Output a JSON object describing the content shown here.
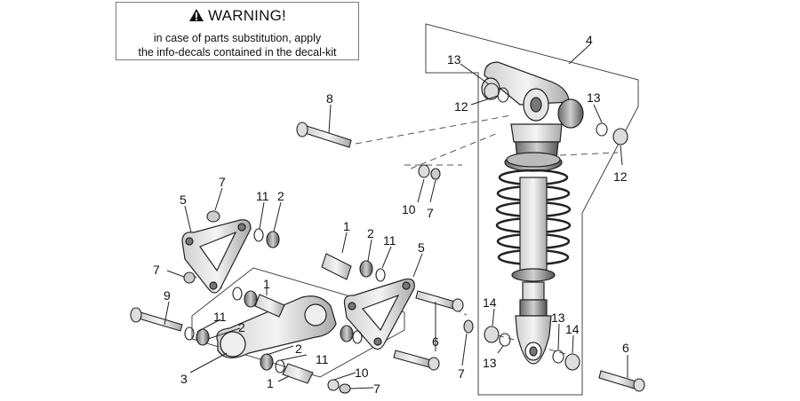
{
  "warning": {
    "title": "WARNING!",
    "lines": [
      "in case of parts substitution, apply",
      "the info-decals contained in the decal-kit"
    ]
  },
  "callouts": [
    {
      "id": "c4",
      "text": "4"
    },
    {
      "id": "c13a",
      "text": "13"
    },
    {
      "id": "c12a",
      "text": "12"
    },
    {
      "id": "c13b",
      "text": "13"
    },
    {
      "id": "c12b",
      "text": "12"
    },
    {
      "id": "c8",
      "text": "8"
    },
    {
      "id": "c10a",
      "text": "10"
    },
    {
      "id": "c7a",
      "text": "7"
    },
    {
      "id": "c5a",
      "text": "5"
    },
    {
      "id": "c7b",
      "text": "7"
    },
    {
      "id": "c11a",
      "text": "11"
    },
    {
      "id": "c2a",
      "text": "2"
    },
    {
      "id": "c1a",
      "text": "1"
    },
    {
      "id": "c2b",
      "text": "2"
    },
    {
      "id": "c11b",
      "text": "11"
    },
    {
      "id": "c5b",
      "text": "5"
    },
    {
      "id": "c7c",
      "text": "7"
    },
    {
      "id": "c9",
      "text": "9"
    },
    {
      "id": "c1b",
      "text": "1"
    },
    {
      "id": "c11c",
      "text": "11"
    },
    {
      "id": "c2c",
      "text": "2"
    },
    {
      "id": "c6a",
      "text": "6"
    },
    {
      "id": "c14a",
      "text": "14"
    },
    {
      "id": "c13c",
      "text": "13"
    },
    {
      "id": "c13d",
      "text": "13"
    },
    {
      "id": "c14b",
      "text": "14"
    },
    {
      "id": "c7d",
      "text": "7"
    },
    {
      "id": "c3",
      "text": "3"
    },
    {
      "id": "c2d",
      "text": "2"
    },
    {
      "id": "c11d",
      "text": "11"
    },
    {
      "id": "c10b",
      "text": "10"
    },
    {
      "id": "c7e",
      "text": "7"
    },
    {
      "id": "c1c",
      "text": "1"
    },
    {
      "id": "c6b",
      "text": "6"
    }
  ]
}
